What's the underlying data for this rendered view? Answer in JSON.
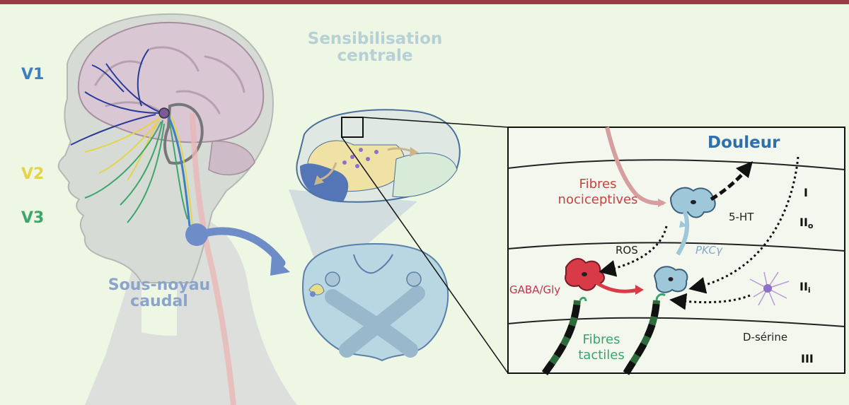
{
  "labels": {
    "v1": "V1",
    "v2": "V2",
    "v3": "V3",
    "sensibilisation": "Sensibilisation centrale",
    "sous_noyau": "Sous-noyau caudal",
    "douleur": "Douleur",
    "fibres_nociceptives": "Fibres nociceptives",
    "fibres_tactiles": "Fibres tactiles",
    "ros": "ROS",
    "serotonin": "5-HT",
    "pkc": "PKCγ",
    "gaba_gly": "GABA/Gly",
    "d_serine": "D-sérine"
  },
  "laminae": {
    "i": {
      "main": "I",
      "sub": ""
    },
    "iio": {
      "main": "II",
      "sub": "o"
    },
    "iii_inner": {
      "main": "II",
      "sub": "i"
    },
    "iii": {
      "main": "III",
      "sub": ""
    }
  },
  "colors": {
    "topbar": "#9e3a48",
    "v1": "#3d7fc0",
    "v2": "#e6d34a",
    "v3": "#3da66a",
    "nociceptive": "#cf3e3e",
    "tactile": "#3aa66d",
    "douleur": "#2e6fb0",
    "pkc": "#7fa8c8"
  }
}
